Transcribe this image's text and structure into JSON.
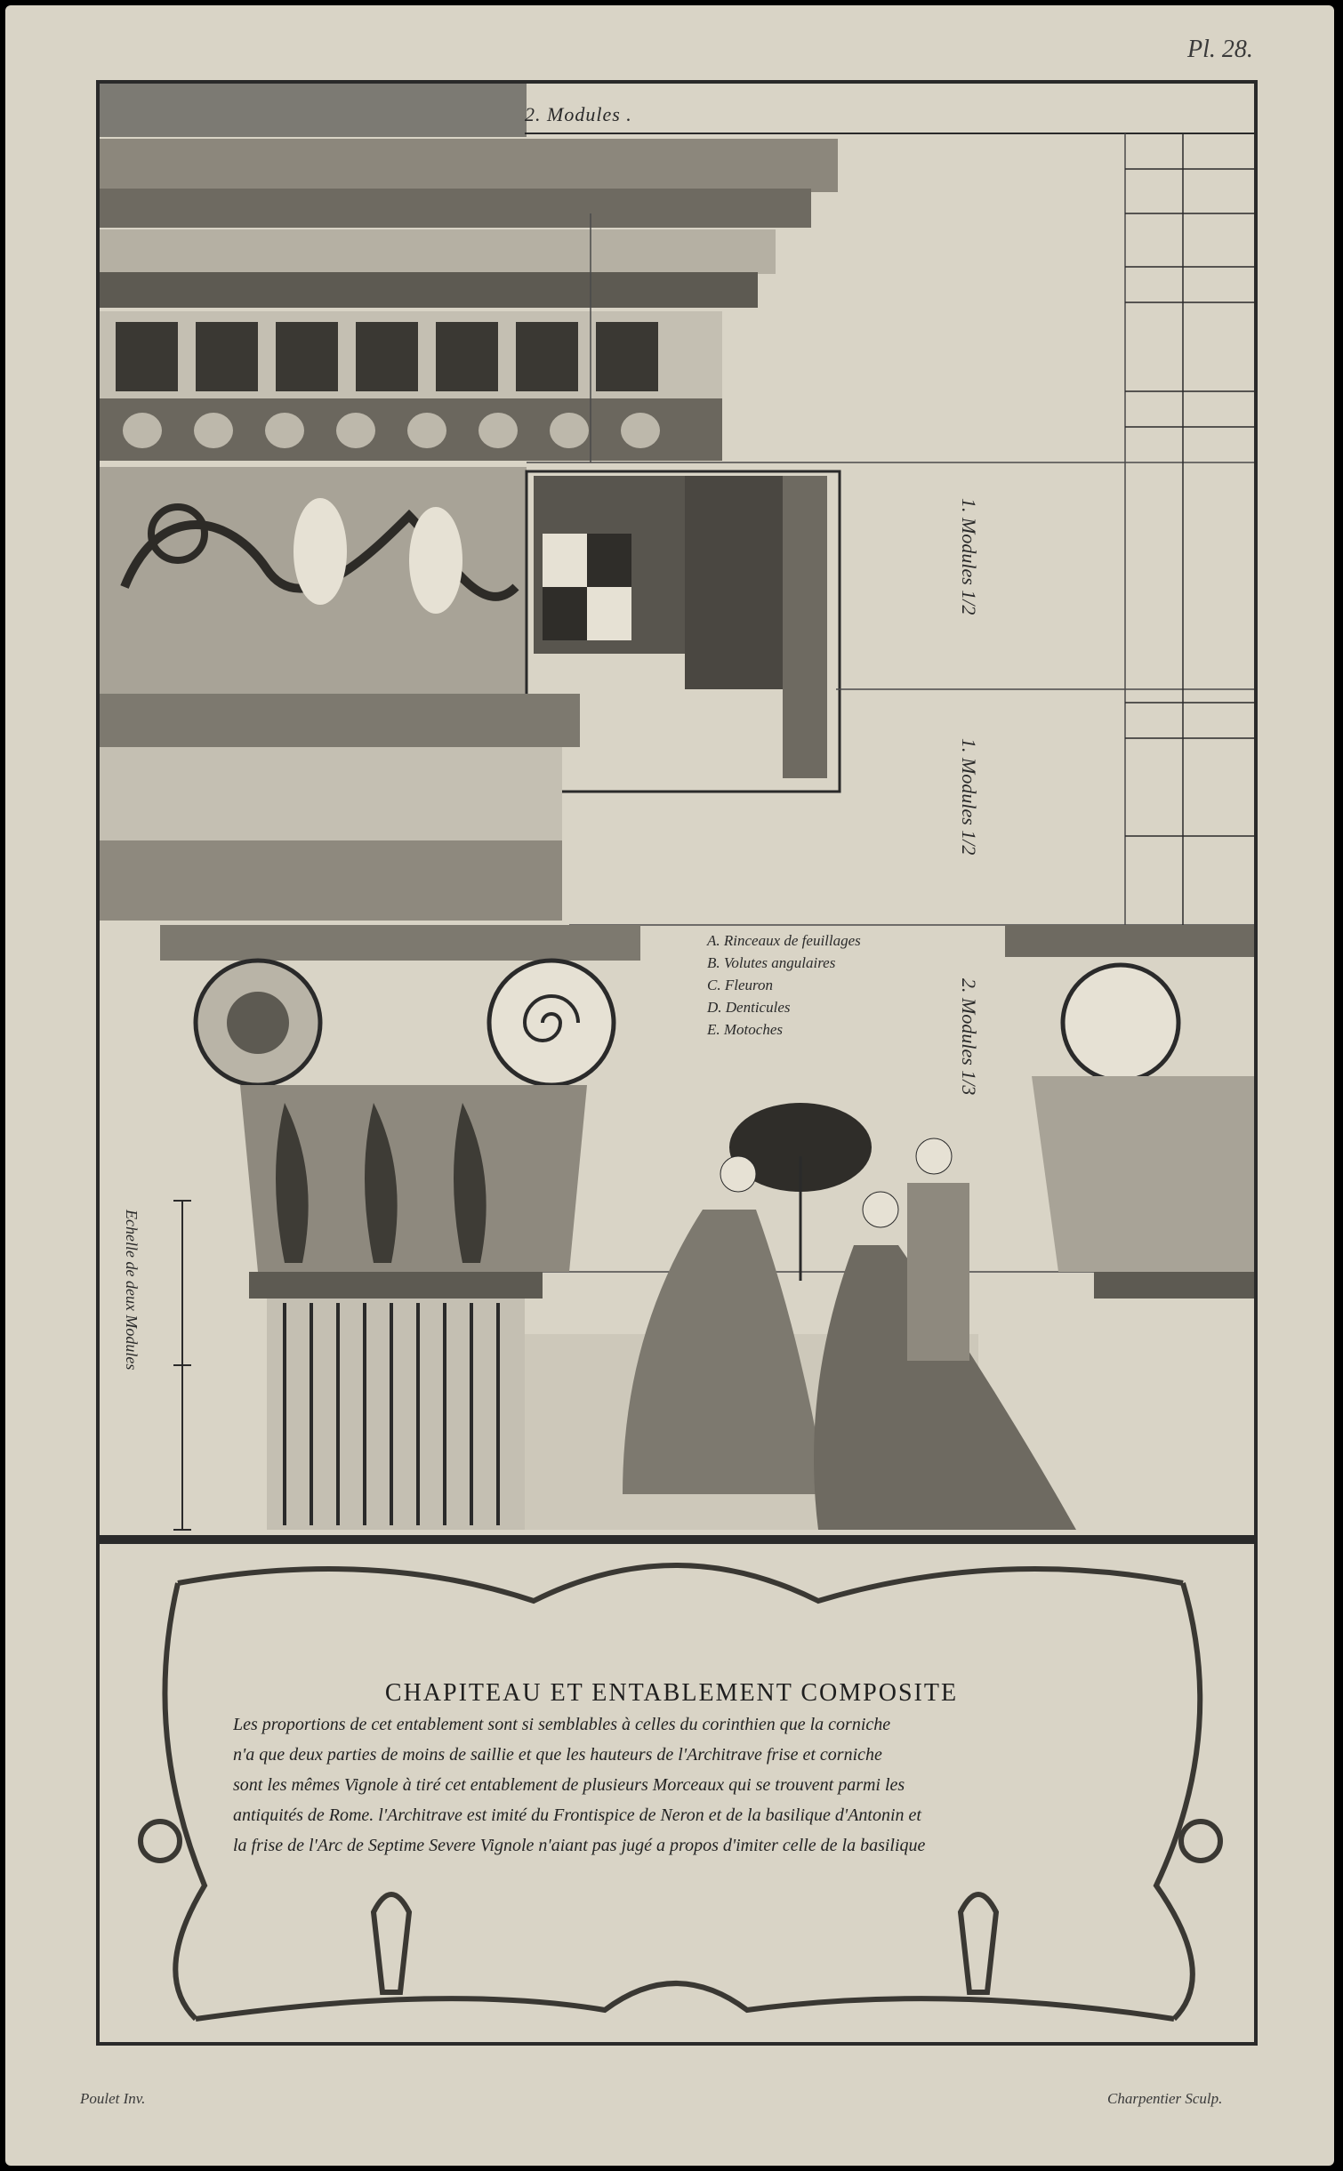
{
  "plate": {
    "number": "Pl. 28."
  },
  "scale_labels": {
    "top_modules": "2. Modules .",
    "modules_a": "1. Modules 1/2",
    "modules_b": "1. Modules 1/2",
    "modules_c": "2. Modules 1/3",
    "echelle": "Echelle de deux Modules"
  },
  "legend": [
    "A. Rinceaux de feuillages",
    "B. Volutes angulaires",
    "C. Fleuron",
    "D. Denticules",
    "E. Motoches"
  ],
  "caption": {
    "title": "CHAPITEAU ET ENTABLEMENT COMPOSITE",
    "lines": [
      "Les proportions de cet entablement sont si semblables à celles du corinthien que la corniche",
      "n'a que deux parties de moins de saillie et que les hauteurs de l'Architrave frise et corniche",
      "sont les mêmes Vignole à tiré cet entablement de plusieurs Morceaux qui se trouvent parmi les",
      "antiquités de Rome. l'Architrave est imité du Frontispice de Neron et de la basilique d'Antonin et",
      "la frise de l'Arc de Septime Severe Vignole n'aiant pas jugé a propos d'imiter celle de la basilique"
    ]
  },
  "credits": {
    "left": "Poulet Inv.",
    "right": "Charpentier Sculp."
  },
  "colors": {
    "paper": "#d9d4c6",
    "ink": "#2a2a2a",
    "background": "#000000"
  },
  "icons": [
    "entablature-engraving",
    "composite-capital-engraving",
    "figures-with-parasol",
    "rocaille-cartouche"
  ]
}
